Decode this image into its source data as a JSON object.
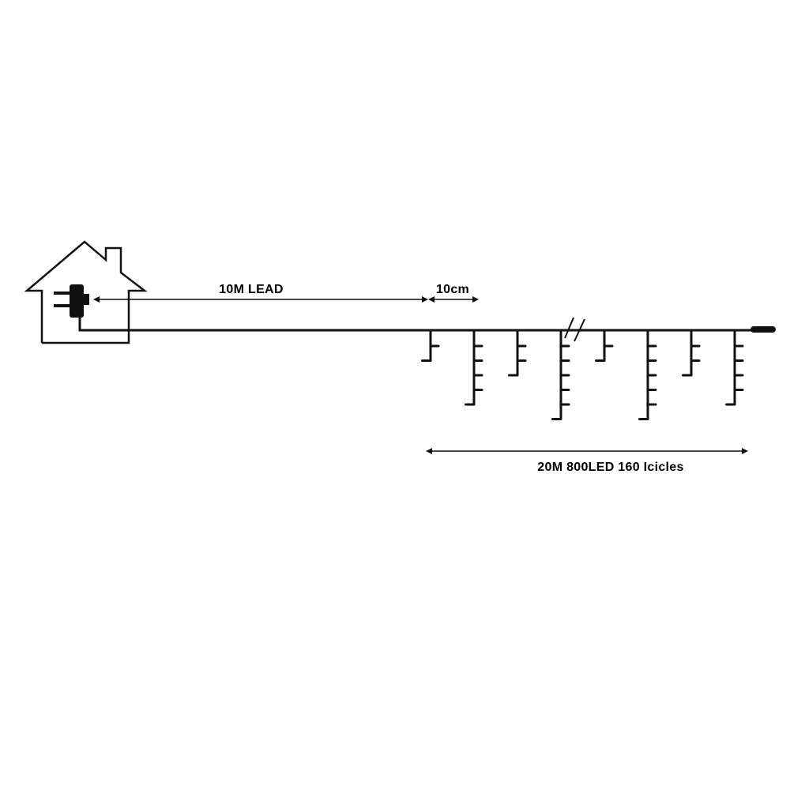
{
  "labels": {
    "lead": "10M LEAD",
    "spacing": "10cm",
    "length": "20M 800LED 160 Icicles"
  },
  "colors": {
    "line": "#111111",
    "background": "#ffffff"
  },
  "icons": {
    "house": "house-icon",
    "plug": "plug-icon",
    "break": "break-mark-icon",
    "end_cap": "end-cap-icon"
  },
  "icicle_led_counts": [
    2,
    5,
    3,
    6,
    2,
    6,
    3,
    5
  ]
}
